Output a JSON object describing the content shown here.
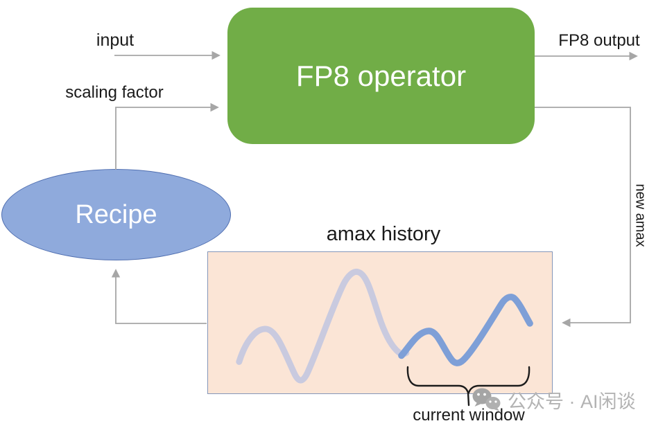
{
  "nodes": {
    "operator": "FP8 operator",
    "recipe": "Recipe"
  },
  "labels": {
    "input": "input",
    "scaling_factor": "scaling factor",
    "fp8_output": "FP8 output",
    "new_amax": "new amax",
    "amax_history": "amax history",
    "current_window": "current window"
  },
  "watermark": {
    "icon": "wechat-icon",
    "text": "公众号 · AI闲谈"
  },
  "colors": {
    "operator-green": "#71ad47",
    "recipe-blue": "#8faadc",
    "recipe-border": "#4f6eb0",
    "history-peach": "#fbe5d6",
    "history-border": "#8496b8",
    "curve-old": "#c9cadf",
    "curve-current": "#7e9fd7",
    "connector-gray": "#a6a6a6",
    "watermark-gray": "#b3b3b3"
  }
}
